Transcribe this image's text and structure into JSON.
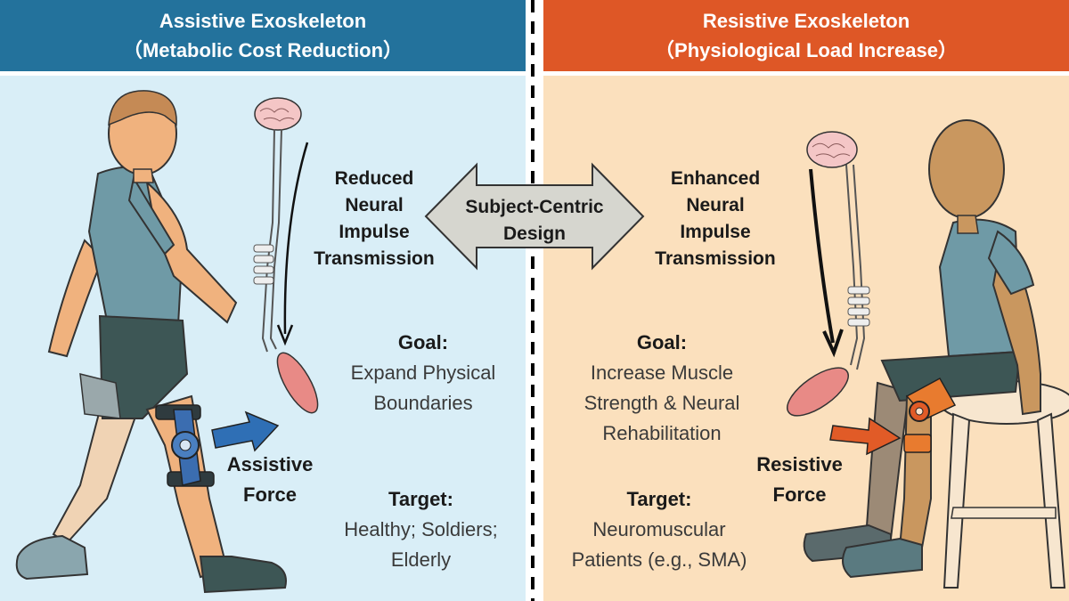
{
  "colors": {
    "left_header": "#23729c",
    "right_header": "#de5726",
    "left_background": "#d9eef7",
    "right_background": "#fbe0bd",
    "center_arrow": "#d6d6cf",
    "assistive_arrow": "#2f6fb5",
    "resistive_arrow": "#e15b27"
  },
  "left": {
    "title_line1": "Assistive Exoskeleton",
    "title_line2": "（Metabolic Cost Reduction）",
    "signal_line1": "Reduced",
    "signal_line2": "Neural",
    "signal_line3": "Impulse",
    "signal_line4": "Transmission",
    "goal_label": "Goal:",
    "goal_line1": "Expand Physical",
    "goal_line2": "Boundaries",
    "force_line1": "Assistive",
    "force_line2": "Force",
    "target_label": "Target:",
    "target_line1": "Healthy; Soldiers;",
    "target_line2": "Elderly"
  },
  "center": {
    "line1": "Subject-Centric",
    "line2": "Design"
  },
  "right": {
    "title_line1": "Resistive Exoskeleton",
    "title_line2": "（Physiological Load Increase）",
    "signal_line1": "Enhanced",
    "signal_line2": "Neural",
    "signal_line3": "Impulse",
    "signal_line4": "Transmission",
    "goal_label": "Goal:",
    "goal_line1": "Increase Muscle",
    "goal_line2": "Strength & Neural",
    "goal_line3": "Rehabilitation",
    "force_line1": "Resistive",
    "force_line2": "Force",
    "target_label": "Target:",
    "target_line1": "Neuromuscular",
    "target_line2": "Patients (e.g., SMA)"
  }
}
